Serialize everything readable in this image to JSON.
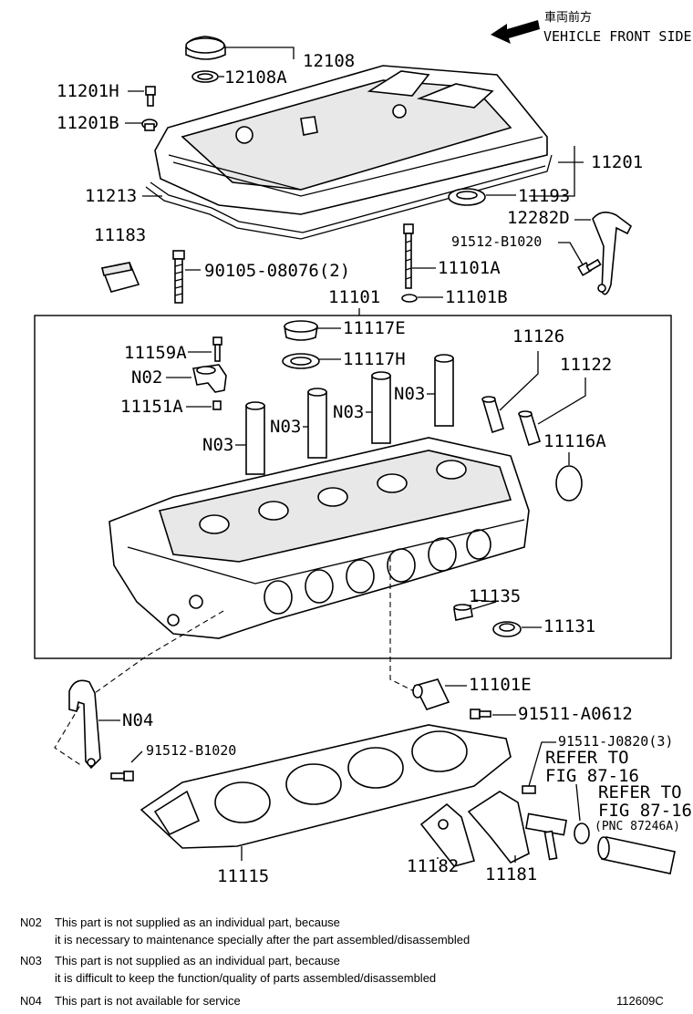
{
  "header": {
    "front_jp": "車両前方",
    "front_en": "VEHICLE FRONT SIDE"
  },
  "parts": {
    "p12108": "12108",
    "p12108A": "12108A",
    "p11201H": "11201H",
    "p11201B": "11201B",
    "p11201": "11201",
    "p11213": "11213",
    "p11193": "11193",
    "p12282D": "12282D",
    "p91512_B1020_top": "91512-B1020",
    "p11183": "11183",
    "p90105": "90105-08076(2)",
    "p11101A": "11101A",
    "p11101B": "11101B",
    "p11101": "11101",
    "p11117E": "11117E",
    "p11117H": "11117H",
    "p11159A": "11159A",
    "pN02": "N02",
    "p11151A": "11151A",
    "p11126": "11126",
    "p11122": "11122",
    "pN03_a": "N03",
    "pN03_b": "N03",
    "pN03_c": "N03",
    "pN03_d": "N03",
    "p11116A": "11116A",
    "p11135": "11135",
    "p11131": "11131",
    "p11101E": "11101E",
    "p91511_A0612": "91511-A0612",
    "pN04": "N04",
    "p91512_B1020_bot": "91512-B1020",
    "p91511_J0820": "91511-J0820(3)",
    "refer1_a": "REFER TO",
    "refer1_b": "FIG 87-16",
    "refer2_a": "REFER TO",
    "refer2_b": "FIG 87-16",
    "refer2_c": "(PNC 87246A)",
    "p11115": "11115",
    "p11182": "11182",
    "p11181": "11181"
  },
  "notes": [
    {
      "code": "N02",
      "line1": "This part is not supplied as an individual part,    because",
      "line2": "it is necessary to maintenance specially after the part assembled/disassembled"
    },
    {
      "code": "N03",
      "line1": "This part is not supplied as an individual part,    because",
      "line2": "it is difficult to keep the function/quality of parts assembled/disassembled"
    },
    {
      "code": "N04",
      "line1": "This part is not available for service",
      "line2": ""
    }
  ],
  "figure_id": "112609C"
}
